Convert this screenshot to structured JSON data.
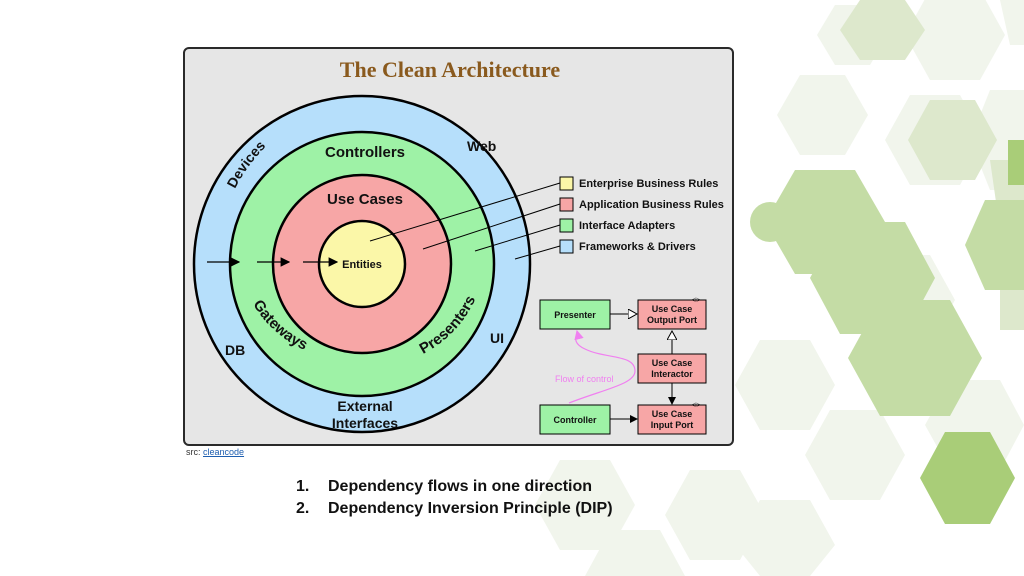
{
  "diagram": {
    "title": "The Clean Architecture",
    "rings": {
      "outer_labels": [
        "Devices",
        "Web",
        "DB",
        "UI",
        "External",
        "Interfaces"
      ],
      "interface_labels": [
        "Controllers",
        "Gateways",
        "Presenters"
      ],
      "application_label": "Use Cases",
      "core_label": "Entities"
    },
    "legend": [
      {
        "label": "Enterprise Business Rules",
        "color": "#fbf7a8"
      },
      {
        "label": "Application Business Rules",
        "color": "#f7a6a6"
      },
      {
        "label": "Interface Adapters",
        "color": "#9ef2a6"
      },
      {
        "label": "Frameworks & Drivers",
        "color": "#b6dffb"
      }
    ],
    "flow": {
      "presenter": "Presenter",
      "output_port": [
        "Use Case",
        "Output Port"
      ],
      "interactor": [
        "Use Case",
        "Interactor"
      ],
      "controller": "Controller",
      "input_port": [
        "Use Case",
        "Input Port"
      ],
      "port_tag": "<I>",
      "flow_label": "Flow of control"
    },
    "colors": {
      "frameworks": "#b6dffb",
      "adapters": "#9ef2a6",
      "application": "#f7a6a6",
      "enterprise": "#fbf7a8",
      "title": "#8a5a1e",
      "flow_arrow": "#f080f0"
    }
  },
  "source": {
    "prefix": "src: ",
    "link": "cleancode"
  },
  "points": [
    {
      "num": "1.",
      "text": "Dependency flows in one direction"
    },
    {
      "num": "2.",
      "text": "Dependency Inversion Principle (DIP)"
    }
  ]
}
